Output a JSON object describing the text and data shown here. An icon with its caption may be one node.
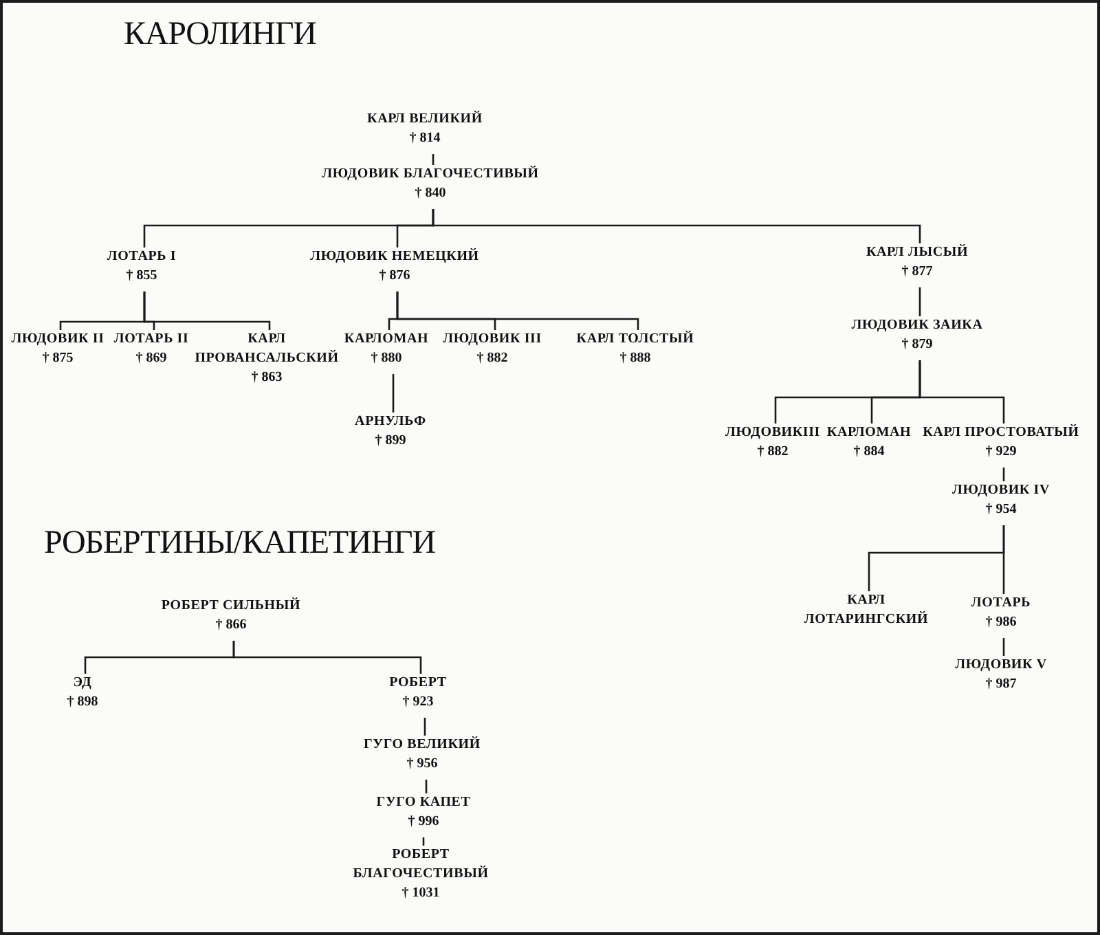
{
  "diagram": {
    "title": "КАРОЛИНГИ",
    "nodes": [
      {
        "text": [
          "КАРЛ ВЕЛИКИЙ",
          "† 814"
        ]
      },
      {
        "text": [
          "ЛЮДОВИК БЛАГОЧЕСТИВЫЙ",
          "† 840"
        ]
      },
      {
        "text": [
          "ЛОТАРЬ I",
          "† 855"
        ]
      },
      {
        "text": [
          "ЛЮДОВИК НЕМЕЦКИЙ",
          "† 876"
        ]
      },
      {
        "text": [
          "КАРЛ ЛЫСЫЙ",
          "† 877"
        ]
      },
      {
        "text": [
          "ЛЮДОВИК II",
          "† 875"
        ]
      },
      {
        "text": [
          "ЛОТАРЬ II",
          "† 869"
        ]
      },
      {
        "text": [
          "КАРЛ ПРОВАНСАЛЬСКИЙ",
          "† 863"
        ]
      },
      {
        "text": [
          "КАРЛОМАН",
          "† 880"
        ]
      },
      {
        "text": [
          "ЛЮДОВИК III",
          "† 882"
        ]
      },
      {
        "text": [
          "КАРЛ ТОЛСТЫЙ",
          "† 888"
        ]
      },
      {
        "text": [
          "ЛЮДОВИК ЗАИКА",
          "† 879"
        ]
      },
      {
        "text": [
          "АРНУЛЬФ",
          "† 899"
        ]
      },
      {
        "text": [
          "ЛЮДОВИКIII",
          "† 882"
        ]
      },
      {
        "text": [
          "КАРЛОМАН",
          "† 884"
        ]
      },
      {
        "text": [
          "КАРЛ ПРОСТОВАТЫЙ",
          "† 929"
        ]
      },
      {
        "text": [
          "ЛЮДОВИК IV",
          "† 954"
        ]
      },
      {
        "text": [
          "КАРЛ ЛОТАРИНГСКИЙ"
        ]
      },
      {
        "text": [
          "ЛОТАРЬ",
          "† 986"
        ]
      },
      {
        "text": [
          "ЛЮДОВИК V",
          "† 987"
        ]
      },
      {
        "text": [
          "РОБЕРТ СИЛЬНЫЙ",
          "† 866"
        ]
      },
      {
        "text": [
          "ЭД",
          "† 898"
        ]
      },
      {
        "text": [
          "РОБЕРТ",
          "† 923"
        ]
      },
      {
        "text": [
          "ГУГО ВЕЛИКИЙ",
          "† 956"
        ]
      },
      {
        "text": [
          "ГУГО КАПЕТ",
          "† 996"
        ]
      },
      {
        "text": [
          "РОБЕРТ БЛАГОЧЕСТИВЫЙ",
          "† 1031"
        ]
      }
    ],
    "edges": [
      {
        "from": 0,
        "to": 1,
        "arrow": "none"
      },
      {
        "from": 1,
        "to": 2,
        "arrow": "none"
      },
      {
        "from": 1,
        "to": 3,
        "arrow": "none"
      },
      {
        "from": 1,
        "to": 4,
        "arrow": "none"
      },
      {
        "from": 2,
        "to": 5,
        "arrow": "none"
      },
      {
        "from": 2,
        "to": 6,
        "arrow": "none"
      },
      {
        "from": 2,
        "to": 7,
        "arrow": "none"
      },
      {
        "from": 3,
        "to": 8,
        "arrow": "none"
      },
      {
        "from": 3,
        "to": 9,
        "arrow": "none"
      },
      {
        "from": 3,
        "to": 10,
        "arrow": "none"
      },
      {
        "from": 4,
        "to": 11,
        "arrow": "none"
      },
      {
        "from": 8,
        "to": 12,
        "arrow": "none"
      },
      {
        "from": 11,
        "to": 13,
        "arrow": "none"
      },
      {
        "from": 11,
        "to": 14,
        "arrow": "none"
      },
      {
        "from": 11,
        "to": 15,
        "arrow": "none"
      },
      {
        "from": 15,
        "to": 16,
        "arrow": "none"
      },
      {
        "from": 16,
        "to": 17,
        "arrow": "none"
      },
      {
        "from": 16,
        "to": 18,
        "arrow": "none"
      },
      {
        "from": 18,
        "to": 19,
        "arrow": "none"
      },
      {
        "from": 20,
        "to": 21,
        "arrow": "none"
      },
      {
        "from": 20,
        "to": 22,
        "arrow": "none"
      },
      {
        "from": 22,
        "to": 23,
        "arrow": "none"
      },
      {
        "from": 23,
        "to": 24,
        "arrow": "none"
      },
      {
        "from": 24,
        "to": 25,
        "arrow": "none"
      }
    ],
    "labels": [
      "РОБЕРТИНЫ/КАПЕТИНГИ"
    ]
  }
}
